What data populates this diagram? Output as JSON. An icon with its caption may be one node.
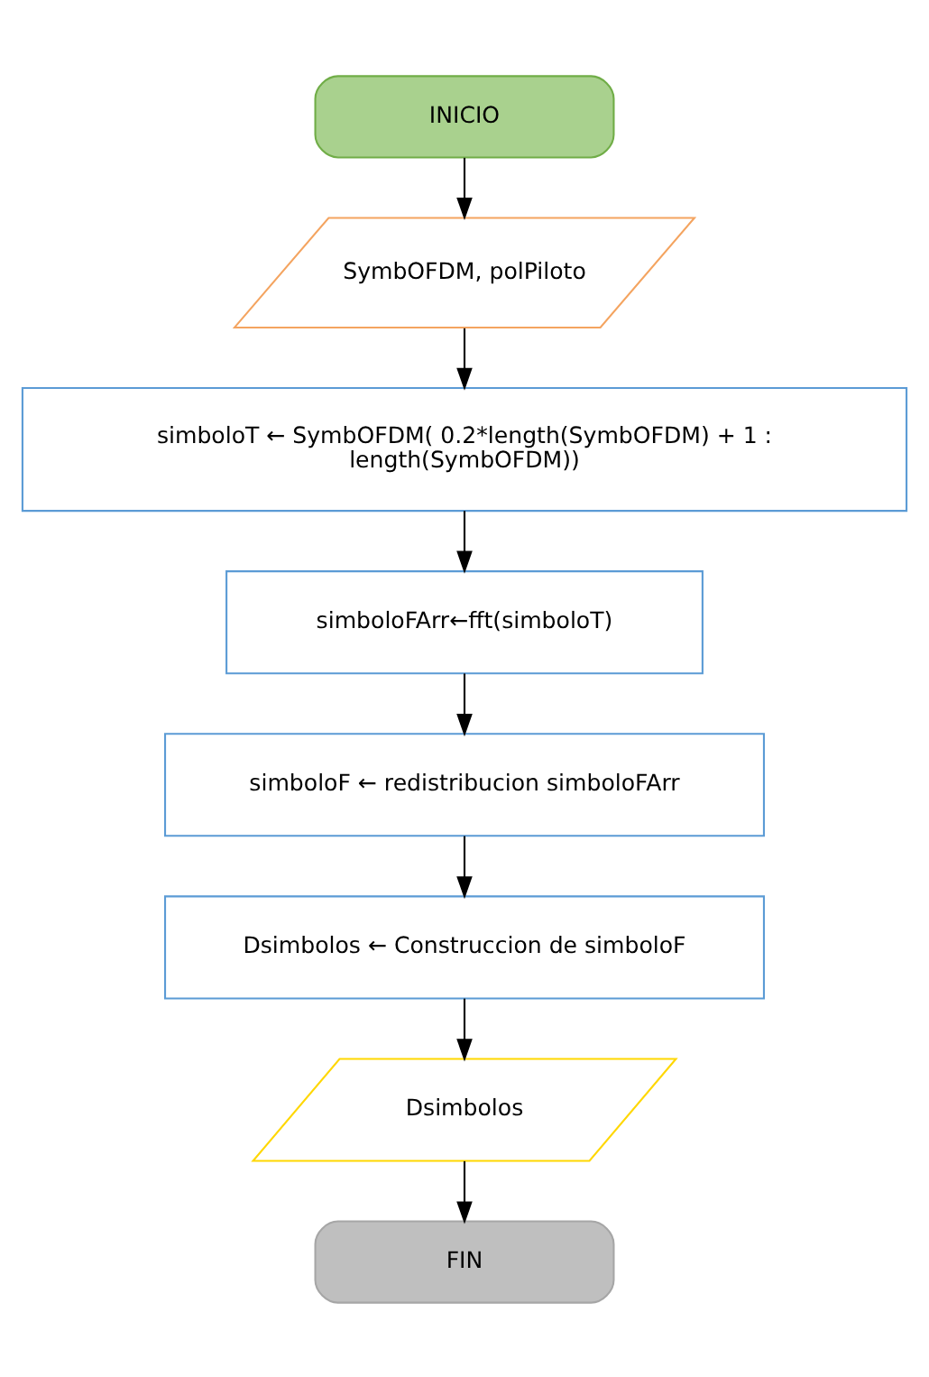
{
  "diagram": {
    "nodes": [
      {
        "text": [
          "INICIO"
        ]
      },
      {
        "text": [
          "SymbOFDM, polPiloto"
        ]
      },
      {
        "text": [
          "simboloT ← SymbOFDM( 0.2*length(SymbOFDM) + 1 : length(SymbOFDM))"
        ]
      },
      {
        "text": [
          "simboloFArr←fft(simboloT)"
        ]
      },
      {
        "text": [
          "simboloF ← redistribucion simboloFArr"
        ]
      },
      {
        "text": [
          "Dsimbolos ← Construccion de simboloF"
        ]
      },
      {
        "text": [
          "Dsimbolos"
        ]
      },
      {
        "text": [
          "FIN"
        ]
      }
    ],
    "edges": [
      {
        "from": 0,
        "to": 1,
        "arrow": "to"
      },
      {
        "from": 1,
        "to": 2,
        "arrow": "to"
      },
      {
        "from": 2,
        "to": 3,
        "arrow": "to"
      },
      {
        "from": 3,
        "to": 4,
        "arrow": "to"
      },
      {
        "from": 4,
        "to": 5,
        "arrow": "to"
      },
      {
        "from": 5,
        "to": 6,
        "arrow": "to"
      },
      {
        "from": 6,
        "to": 7,
        "arrow": "to"
      }
    ]
  }
}
